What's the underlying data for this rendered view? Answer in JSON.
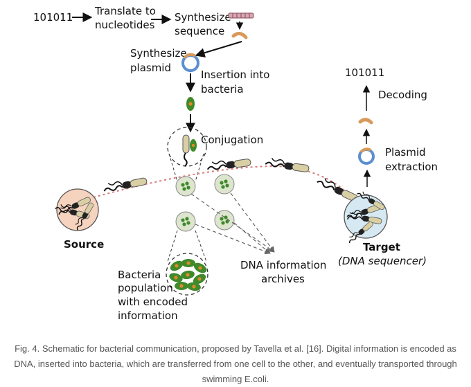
{
  "diagram": {
    "seq_input": "101011",
    "translate": [
      "Translate to",
      "nucleotides"
    ],
    "synthesize_sequence": [
      "Synthesize",
      "sequence"
    ],
    "synthesize_plasmid": [
      "Synthesize",
      "plasmid"
    ],
    "insertion": [
      "Insertion into",
      "bacteria"
    ],
    "conjugation": "Conjugation",
    "source": "Source",
    "target": "Target",
    "target_sub": "(DNA sequencer)",
    "plasmid_extraction": [
      "Plasmid",
      "extraction"
    ],
    "decoding": "Decoding",
    "seq_output": "101011",
    "archives": [
      "DNA information",
      "archives"
    ],
    "population": [
      "Bacteria",
      "population",
      "with encoded",
      "information"
    ]
  },
  "caption": "Fig. 4. Schematic for bacterial communication, proposed by Tavella et al. [16]. Digital information is encoded as DNA, inserted into bacteria, which are transferred from one cell to the other, and eventually transported through swimming E.coli.",
  "colors": {
    "cell_green": "#3f8a2a",
    "plasmid_blue": "#5b8fd0",
    "source_fill": "#f6d3be",
    "target_fill": "#d6e9f2",
    "archive_fill": "#dde5cf",
    "dotted_path": "#d87b7b",
    "caption_text": "#555555"
  }
}
